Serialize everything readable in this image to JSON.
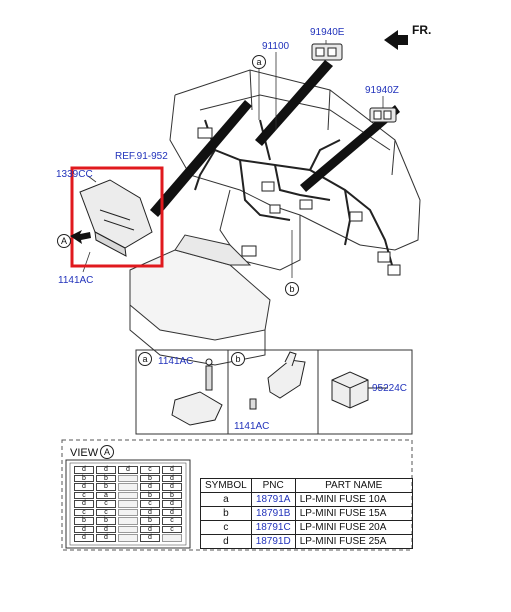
{
  "header": {
    "direction_label": "FR."
  },
  "main_labels": {
    "part_91940E": "91940E",
    "part_91100": "91100",
    "part_91940Z": "91940Z",
    "ref": "REF.91-952",
    "part_1339CC": "1339CC",
    "part_1141AC": "1141AC",
    "view_marker": "A",
    "callout_a": "a",
    "callout_b": "b"
  },
  "detail_a": {
    "tag": "a",
    "label": "1141AC"
  },
  "detail_b": {
    "tag": "b",
    "label_bolt": "1141AC",
    "label_relay": "95224C"
  },
  "view": {
    "title": "VIEW",
    "marker": "A",
    "fuse_box": {
      "columns": [
        [
          "d",
          "b",
          "d",
          "c",
          "d",
          "c",
          "b",
          "d",
          "d"
        ],
        [
          "d",
          "b",
          "b",
          "a",
          "c",
          "c",
          "b",
          "d",
          "d"
        ],
        [
          "d",
          "",
          "",
          "",
          "",
          "",
          "",
          "",
          ""
        ],
        [
          "c",
          "b",
          "d",
          "b",
          "c",
          "d",
          "b",
          "d",
          "d"
        ],
        [
          "d",
          "d",
          "d",
          "b",
          "d",
          "d",
          "c",
          "c",
          ""
        ]
      ]
    }
  },
  "legend": {
    "headers": [
      "SYMBOL",
      "PNC",
      "PART NAME"
    ],
    "rows": [
      {
        "symbol": "a",
        "pnc": "18791A",
        "part": "LP-MINI FUSE 10A"
      },
      {
        "symbol": "b",
        "pnc": "18791B",
        "part": "LP-MINI FUSE 15A"
      },
      {
        "symbol": "c",
        "pnc": "18791C",
        "part": "LP-MINI FUSE 20A"
      },
      {
        "symbol": "d",
        "pnc": "18791D",
        "part": "LP-MINI FUSE 25A"
      }
    ]
  },
  "colors": {
    "highlight_box": "#e0191e",
    "callout_text": "#2233bb",
    "line_art": "#333333"
  }
}
